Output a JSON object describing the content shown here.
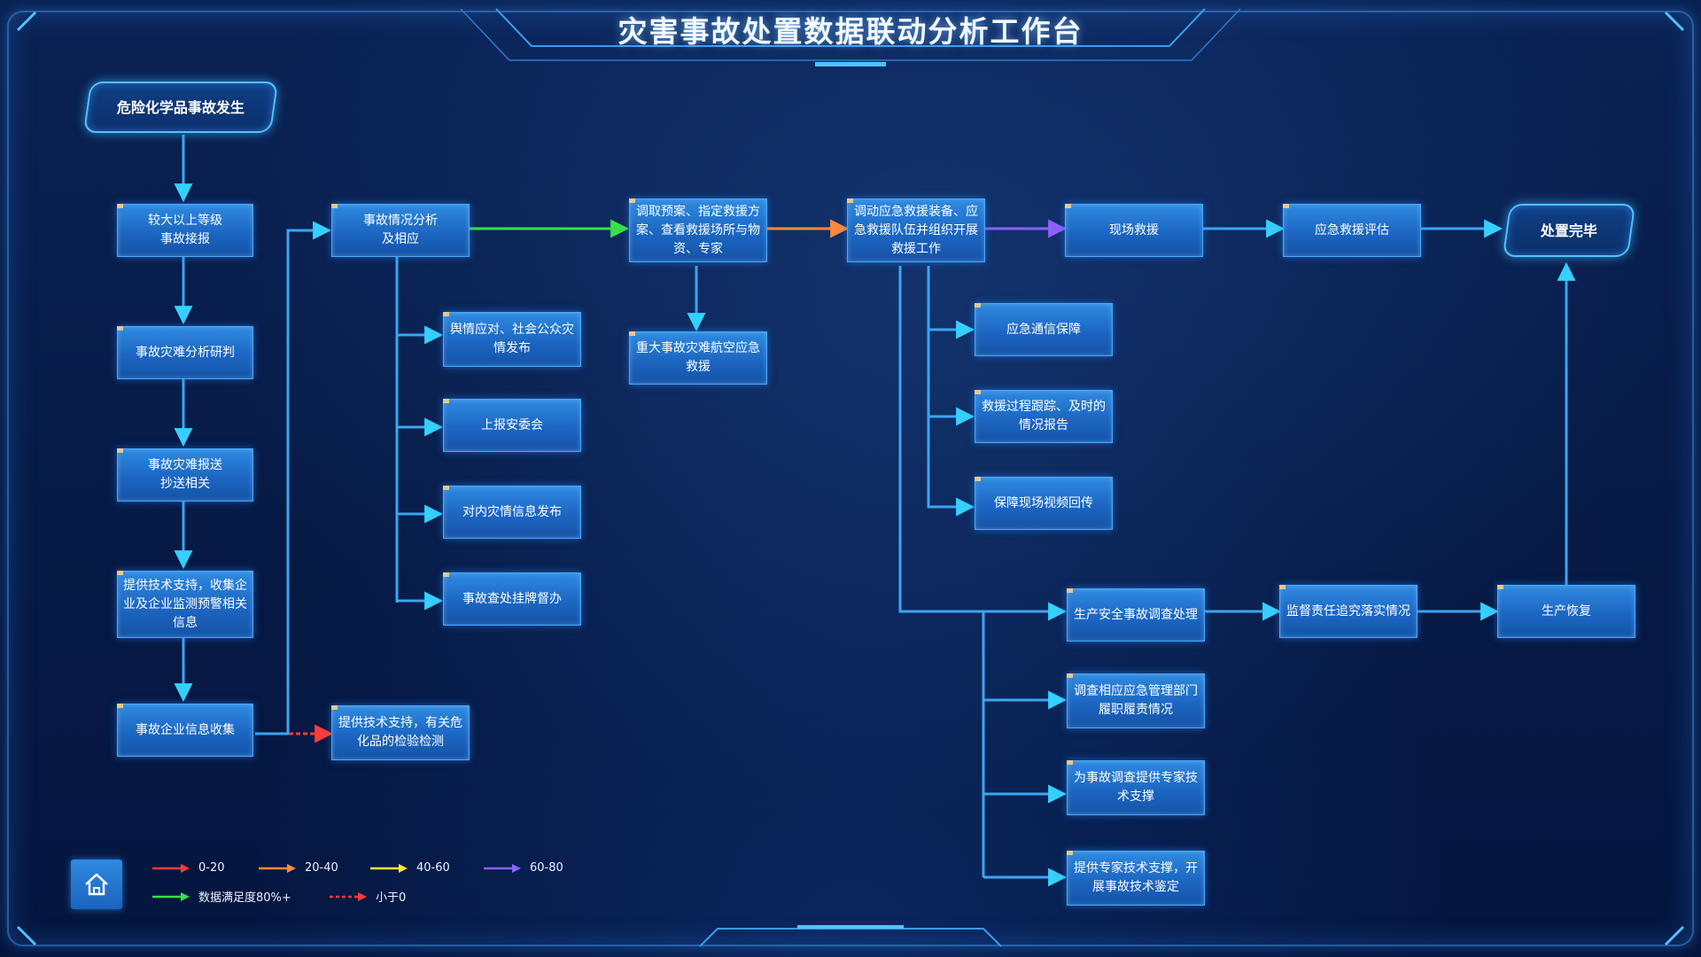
{
  "title": "灾害事故处置数据联动分析工作台",
  "nodes": {
    "start": "危险化学品事故发生",
    "report_major": "较大以上等级\n事故接报",
    "analysis_study": "事故灾难分析研判",
    "report_cc": "事故灾难报送\n抄送相关",
    "tech_support_collect": "提供技术支持，收集企\n业及企业监测预警相关\n信息",
    "enterprise_info": "事故企业信息收集",
    "situation_analysis": "事故情况分析\n及相应",
    "tech_support_test": "提供技术支持，有关危\n化品的检验检测",
    "public_opinion": "舆情应对、社会公众灾\n情发布",
    "report_safety_committee": "上报安委会",
    "internal_release": "对内灾情信息发布",
    "supervision": "事故查处挂牌督办",
    "plan_retrieval": "调取预案、指定救援方\n案、查看救援场所与物\n资、专家",
    "air_rescue": "重大事故灾难航空应急\n救援",
    "dispatch_equipment": "调动应急救援装备、应\n急救援队伍并组织开展\n救援工作",
    "onsite_rescue": "现场救援",
    "rescue_evaluation": "应急救援评估",
    "complete": "处置完毕",
    "comm_support": "应急通信保障",
    "process_tracking": "救援过程跟踪、及时的\n情况报告",
    "video_return": "保障现场视频回传",
    "safety_investigation": "生产安全事故调查处理",
    "accountability": "监督责任追究落实情况",
    "production_recovery": "生产恢复",
    "dept_investigation": "调查相应应急管理部门\n履职履责情况",
    "expert_support": "为事故调查提供专家技\n术支撑",
    "expert_appraisal": "提供专家技术支撑，开\n展事故技术鉴定"
  },
  "legend": [
    {
      "label": "0-20",
      "color": "#ff3b3b",
      "style": "solid"
    },
    {
      "label": "20-40",
      "color": "#ff8a3d",
      "style": "solid"
    },
    {
      "label": "40-60",
      "color": "#ffe63a",
      "style": "solid"
    },
    {
      "label": "60-80",
      "color": "#8b62ff",
      "style": "solid"
    },
    {
      "label": "数据满足度80%+",
      "color": "#38e04a",
      "style": "solid"
    },
    {
      "label": "小于0",
      "color": "#ff3b3b",
      "style": "dashed"
    }
  ],
  "colors": {
    "connector": "#3aa6f2",
    "arrow_head": "#35d0ff",
    "node_fill": "#1f6fcc",
    "background": "#061a45"
  },
  "icons": {
    "home": "home-icon"
  }
}
